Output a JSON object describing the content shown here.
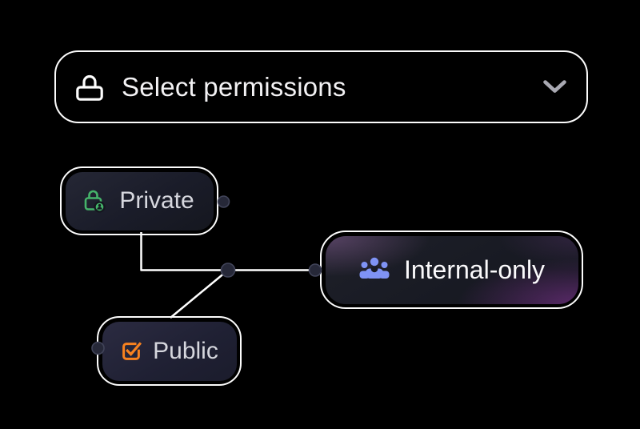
{
  "background_color": "#000000",
  "dropdown": {
    "label": "Select permissions",
    "icons": {
      "left": "lock-icon",
      "right": "chevron-down-icon"
    },
    "border_color": "#fcfcfc",
    "text_color": "#f3f2f4",
    "chevron_color": "#a9a9b2"
  },
  "nodes": [
    {
      "id": "private",
      "label": "Private",
      "icon": "lock-user-icon",
      "icon_color": "#45b36a",
      "text_color": "#d6d7de"
    },
    {
      "id": "internal-only",
      "label": "Internal-only",
      "icon": "groups-icon",
      "icon_color": "#7f93f5",
      "text_color": "#fbfafc"
    },
    {
      "id": "public",
      "label": "Public",
      "icon": "check-square-icon",
      "icon_color": "#f8821f",
      "text_color": "#d6d7de"
    }
  ],
  "connections": [
    {
      "from": "private",
      "to": "internal-only"
    },
    {
      "from": "private",
      "to": "public"
    }
  ],
  "diagram": {
    "line_color": "#ffffff",
    "dot_fill": "#262838",
    "dot_stroke": "#414459"
  }
}
